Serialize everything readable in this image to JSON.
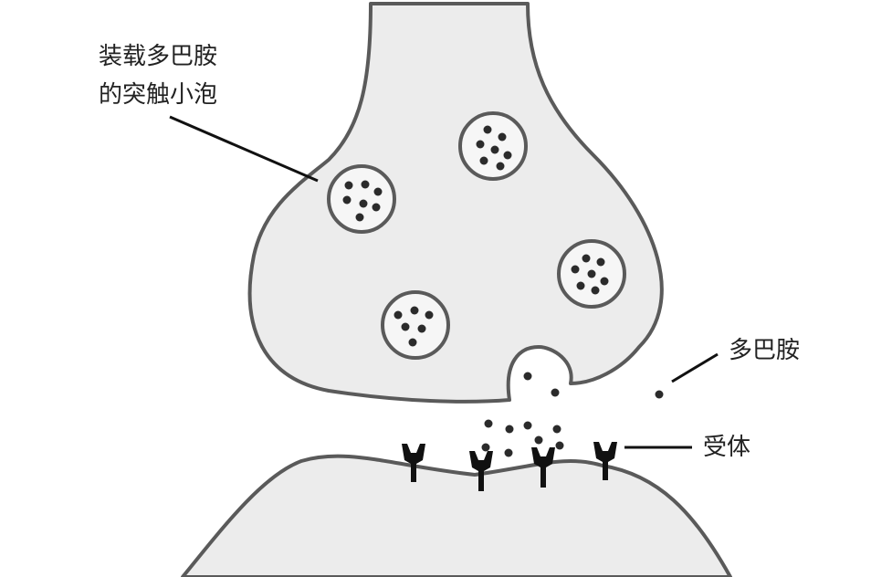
{
  "labels": {
    "vesicle_line1": "装载多巴胺",
    "vesicle_line2": "的突触小泡",
    "dopamine": "多巴胺",
    "receptor": "受体"
  },
  "colors": {
    "membrane_fill": "#ececec",
    "outline": "#5a5a5a",
    "vesicle_fill": "#f6f6f6",
    "molecule": "#2b2b2b",
    "receptor": "#111111",
    "label_text": "#222222"
  }
}
